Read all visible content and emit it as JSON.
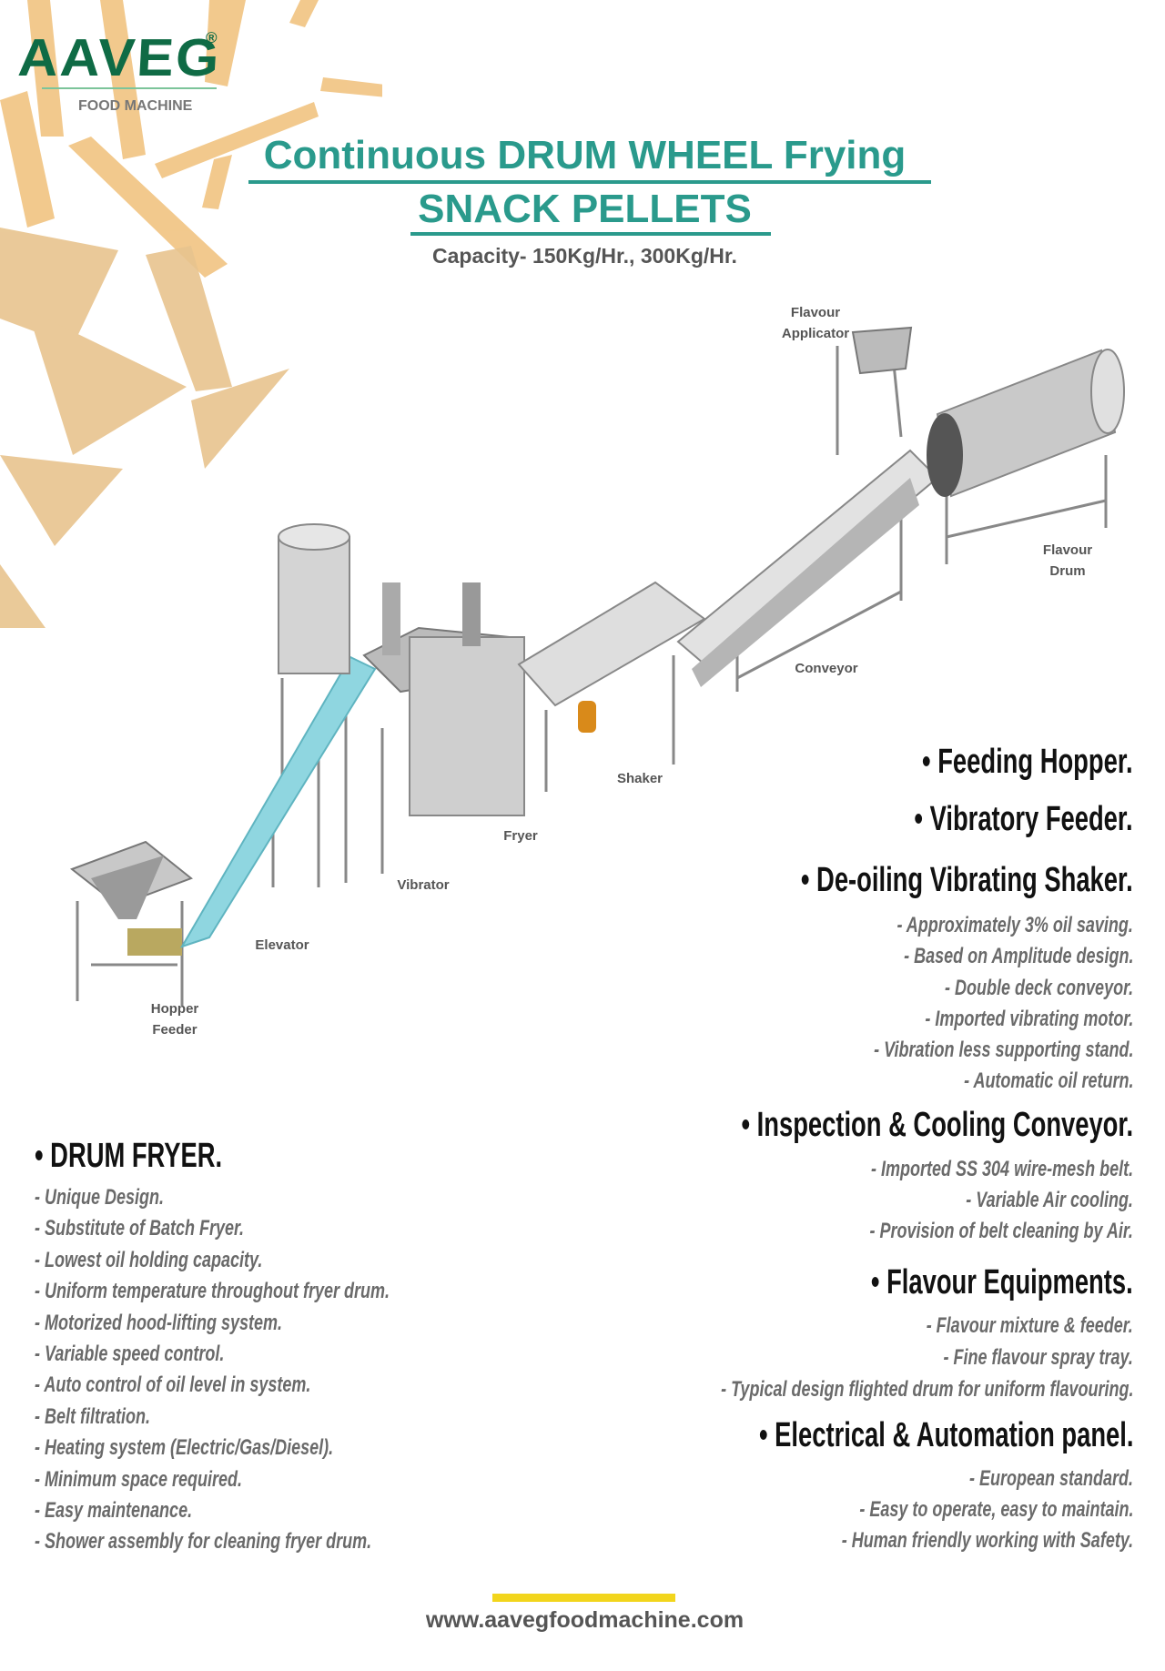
{
  "logo": {
    "brand": "AAVEG",
    "registered": "®",
    "tagline": "FOOD MACHINE"
  },
  "title": {
    "line1": "Continuous DRUM WHEEL Frying",
    "line2": "SNACK PELLETS",
    "capacity": "Capacity- 150Kg/Hr., 300Kg/Hr."
  },
  "diagram_labels": {
    "flavour_applicator": [
      "Flavour",
      "Applicator"
    ],
    "flavour_drum": [
      "Flavour",
      "Drum"
    ],
    "conveyor": "Conveyor",
    "shaker": "Shaker",
    "fryer": "Fryer",
    "vibrator": "Vibrator",
    "elevator": "Elevator",
    "hopper_feeder": [
      "Hopper",
      "Feeder"
    ]
  },
  "right_sections": [
    {
      "heading": "• Feeding Hopper.",
      "items": []
    },
    {
      "heading": "• Vibratory Feeder.",
      "items": []
    },
    {
      "heading": "• De-oiling Vibrating Shaker.",
      "items": [
        "- Approximately 3% oil saving.",
        "- Based on Amplitude design.",
        "- Double deck conveyor.",
        "- Imported vibrating motor.",
        "- Vibration less supporting stand.",
        "- Automatic oil return."
      ]
    },
    {
      "heading": "• Inspection & Cooling Conveyor.",
      "items": [
        "-  Imported SS 304 wire-mesh belt.",
        "- Variable Air cooling.",
        "- Provision of belt cleaning by Air."
      ]
    },
    {
      "heading": "• Flavour Equipments.",
      "items": [
        "- Flavour mixture & feeder.",
        "- Fine flavour spray tray.",
        "- Typical design flighted drum for uniform flavouring."
      ]
    },
    {
      "heading": "• Electrical & Automation panel.",
      "items": [
        "- European standard.",
        "- Easy to operate, easy to maintain.",
        "- Human friendly working with Safety."
      ]
    }
  ],
  "left_section": {
    "heading": "• DRUM FRYER.",
    "items": [
      "- Unique Design.",
      "- Substitute of Batch Fryer.",
      "- Lowest oil holding capacity.",
      "- Uniform temperature throughout fryer drum.",
      "- Motorized hood-lifting system.",
      "- Variable speed control.",
      "- Auto control of oil level in system.",
      "- Belt filtration.",
      "- Heating system (Electric/Gas/Diesel).",
      "- Minimum space required.",
      "- Easy maintenance.",
      "- Shower assembly for cleaning fryer drum."
    ]
  },
  "footer": {
    "website": "www.aavegfoodmachine.com"
  },
  "colors": {
    "brand_green": "#0f6b45",
    "title_teal": "#2a9a8c",
    "accent_yellow": "#f2d51c",
    "elevator_belt": "#8fd6e0"
  }
}
